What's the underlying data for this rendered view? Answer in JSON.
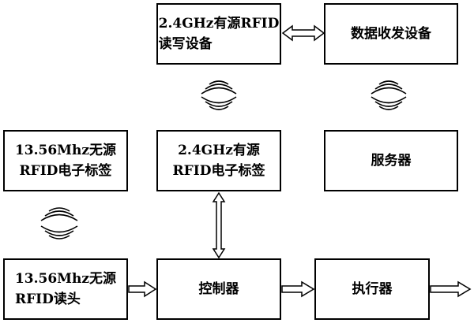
{
  "boxes": {
    "reader_24": "2.4GHz有源RFID\n读写设备",
    "transceiver": "数据收发设备",
    "tag_1356": "13.56Mhz无源\nRFID电子标签",
    "tag_24": "2.4GHz有源\nRFID电子标签",
    "server": "服务器",
    "reader_1356": "13.56Mhz无源\nRFID读头",
    "controller": "控制器",
    "actuator": "执行器"
  }
}
